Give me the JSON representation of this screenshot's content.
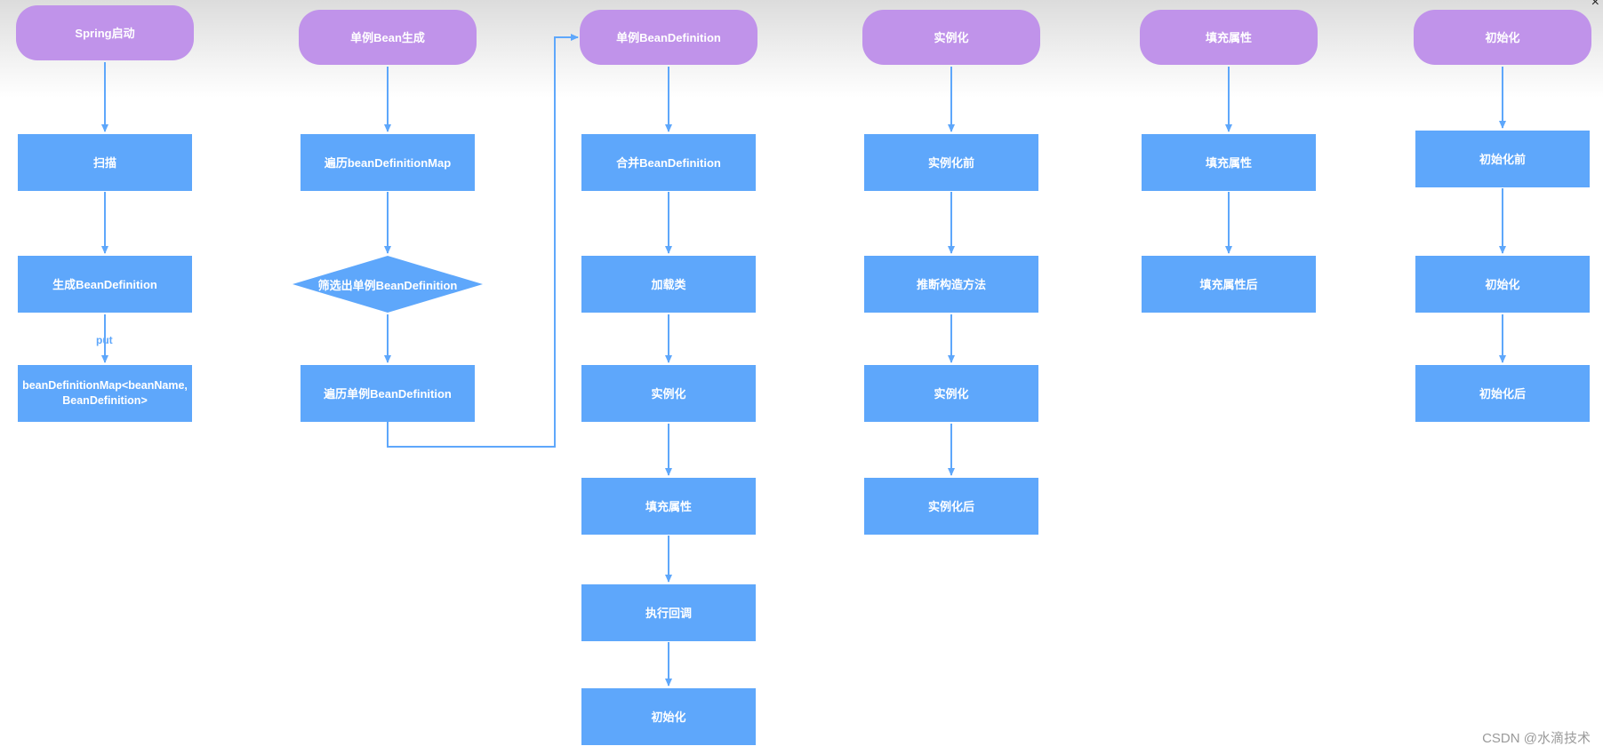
{
  "columns": [
    {
      "header": "Spring启动",
      "steps": [
        "扫描",
        "生成BeanDefinition",
        "beanDefinitionMap<beanName, BeanDefinition>"
      ],
      "edge_label": "put"
    },
    {
      "header": "单例Bean生成",
      "steps": [
        "遍历beanDefinitionMap",
        "筛选出单例BeanDefinition",
        "遍历单例BeanDefinition"
      ]
    },
    {
      "header": "单例BeanDefinition",
      "steps": [
        "合并BeanDefinition",
        "加载类",
        "实例化",
        "填充属性",
        "执行回调",
        "初始化"
      ]
    },
    {
      "header": "实例化",
      "steps": [
        "实例化前",
        "推断构造方法",
        "实例化",
        "实例化后"
      ]
    },
    {
      "header": "填充属性",
      "steps": [
        "填充属性",
        "填充属性后"
      ]
    },
    {
      "header": "初始化",
      "steps": [
        "初始化前",
        "初始化",
        "初始化后"
      ]
    }
  ],
  "watermark": "CSDN @水滴技术",
  "close_glyph": "×",
  "colors": {
    "header_fill": "#c093ea",
    "step_fill": "#5ea7fb",
    "arrow": "#5ea7fb"
  }
}
